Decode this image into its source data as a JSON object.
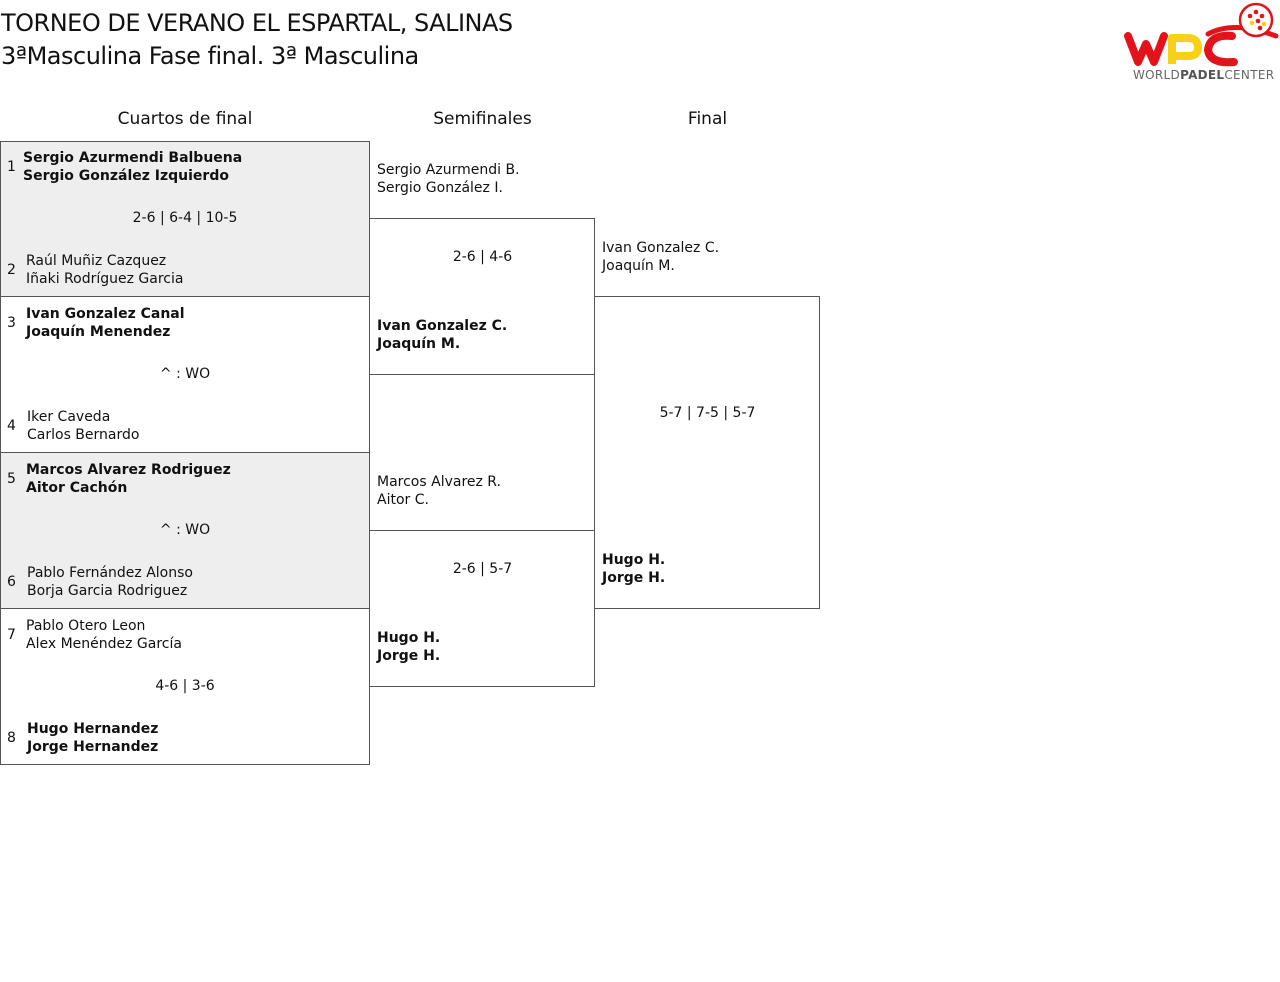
{
  "header": {
    "title_line1": "TORNEO DE VERANO EL ESPARTAL, SALINAS",
    "title_line2": "3ªMasculina Fase final. 3ª Masculina"
  },
  "logo": {
    "text_a": "WORLD",
    "text_b": "PADEL",
    "text_c": "CENTER",
    "colors": {
      "red": "#e3131b",
      "yellow": "#f7d117"
    }
  },
  "rounds": {
    "quarterfinals": "Cuartos de final",
    "semifinals": "Semifinales",
    "final": "Final"
  },
  "quarterfinals": [
    {
      "top": {
        "seed": "1",
        "p1": "Sergio Azurmendi Balbuena",
        "p2": "Sergio González Izquierdo",
        "winner": true
      },
      "score": "2-6 | 6-4 | 10-5",
      "bottom": {
        "seed": "2",
        "p1": "Raúl Muñiz Cazquez",
        "p2": "Iñaki Rodríguez Garcia",
        "winner": false
      }
    },
    {
      "top": {
        "seed": "3",
        "p1": "Ivan Gonzalez Canal",
        "p2": "Joaquín Menendez",
        "winner": true
      },
      "score": "^ : WO",
      "bottom": {
        "seed": "4",
        "p1": "Iker Caveda",
        "p2": "Carlos Bernardo",
        "winner": false
      }
    },
    {
      "top": {
        "seed": "5",
        "p1": "Marcos Alvarez Rodriguez",
        "p2": "Aitor Cachón",
        "winner": true
      },
      "score": "^ : WO",
      "bottom": {
        "seed": "6",
        "p1": "Pablo Fernández Alonso",
        "p2": "Borja Garcia Rodriguez",
        "winner": false
      }
    },
    {
      "top": {
        "seed": "7",
        "p1": "Pablo Otero Leon",
        "p2": "Alex Menéndez García",
        "winner": false
      },
      "score": "4-6 | 3-6",
      "bottom": {
        "seed": "8",
        "p1": "Hugo Hernandez",
        "p2": "Jorge Hernandez",
        "winner": true
      }
    }
  ],
  "semifinals": [
    {
      "top": {
        "p1": "Sergio Azurmendi B.",
        "p2": "Sergio González I.",
        "winner": false
      },
      "score": "2-6 | 4-6",
      "bottom": {
        "p1": "Ivan Gonzalez C.",
        "p2": "Joaquín M.",
        "winner": true
      }
    },
    {
      "top": {
        "p1": "Marcos Alvarez R.",
        "p2": "Aitor C.",
        "winner": false
      },
      "score": "2-6 | 5-7",
      "bottom": {
        "p1": "Hugo H.",
        "p2": "Jorge H.",
        "winner": true
      }
    }
  ],
  "final": {
    "top": {
      "p1": "Ivan Gonzalez C.",
      "p2": "Joaquín M.",
      "winner": false
    },
    "score": "5-7 | 7-5 | 5-7",
    "bottom": {
      "p1": "Hugo H.",
      "p2": "Jorge H.",
      "winner": true
    }
  }
}
